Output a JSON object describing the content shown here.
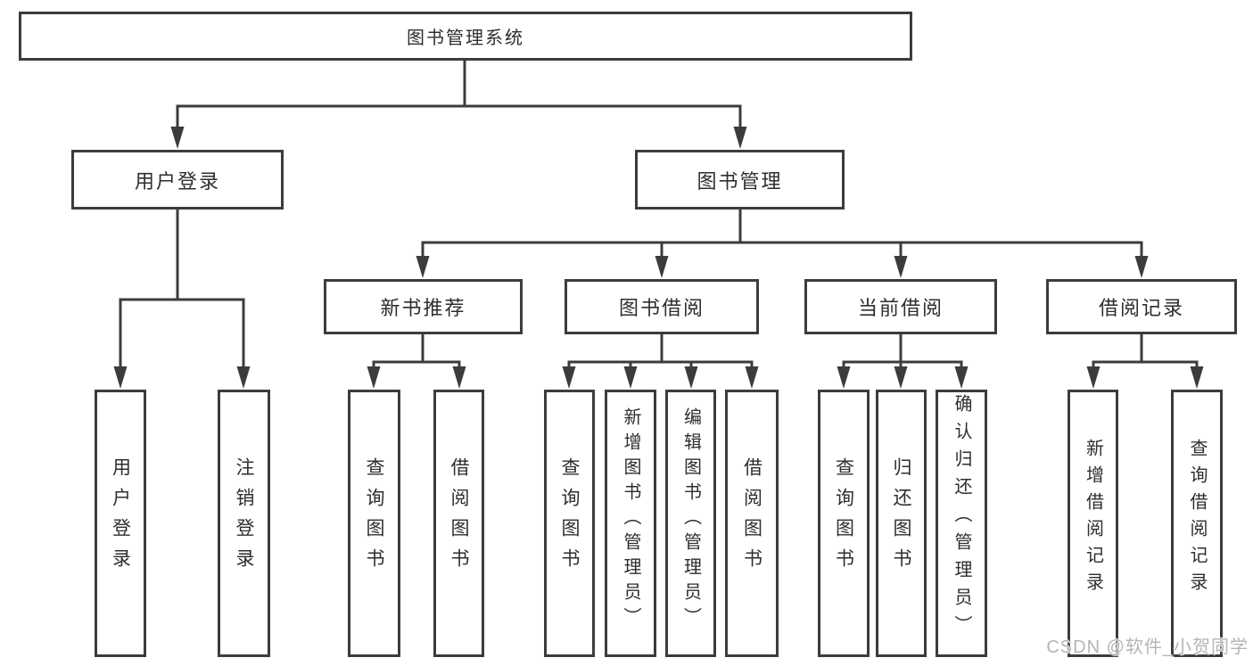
{
  "diagram": {
    "root": "图书管理系统",
    "level2": [
      "用户登录",
      "图书管理"
    ],
    "level3": [
      "新书推荐",
      "图书借阅",
      "当前借阅",
      "借阅记录"
    ],
    "leaves": {
      "user_login": [
        "用户登录",
        "注销登录"
      ],
      "new_books": [
        "查询图书",
        "借阅图书"
      ],
      "book_borrow": [
        "查询图书",
        "新增图书（管理员）",
        "编辑图书（管理员）",
        "借阅图书"
      ],
      "current_borrow": [
        "查询图书",
        "归还图书",
        "确认归还（管理员）"
      ],
      "borrow_records": [
        "新增借阅记录",
        "查询借阅记录"
      ]
    }
  },
  "watermark": "CSDN @软件_小贺同学",
  "colors": {
    "line": "#3c3c3c",
    "box_border": "#3c3c3c",
    "box_fill": "#ffffff",
    "text": "#2e2e2e",
    "background": "#ffffff",
    "watermark": "#b5b5b5"
  }
}
